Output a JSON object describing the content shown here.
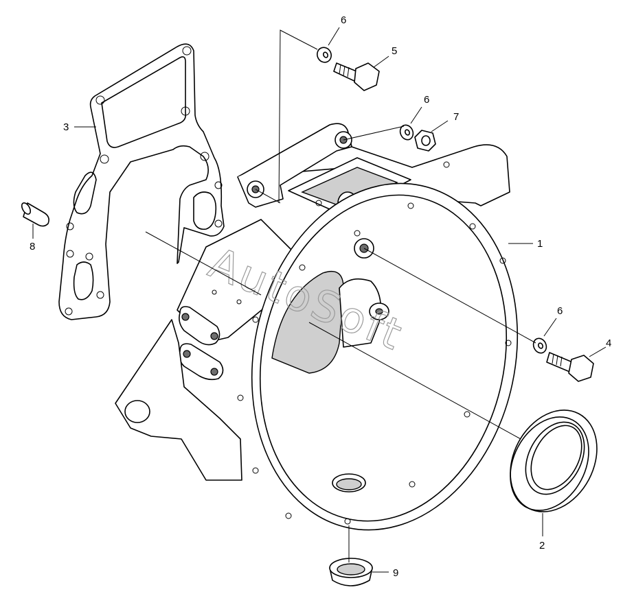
{
  "watermark": "AutoSoft",
  "callouts": {
    "c1": "1",
    "c2": "2",
    "c3": "3",
    "c4": "4",
    "c5": "5",
    "c6a": "6",
    "c6b": "6",
    "c6c": "6",
    "c7": "7",
    "c8": "8",
    "c9": "9"
  }
}
